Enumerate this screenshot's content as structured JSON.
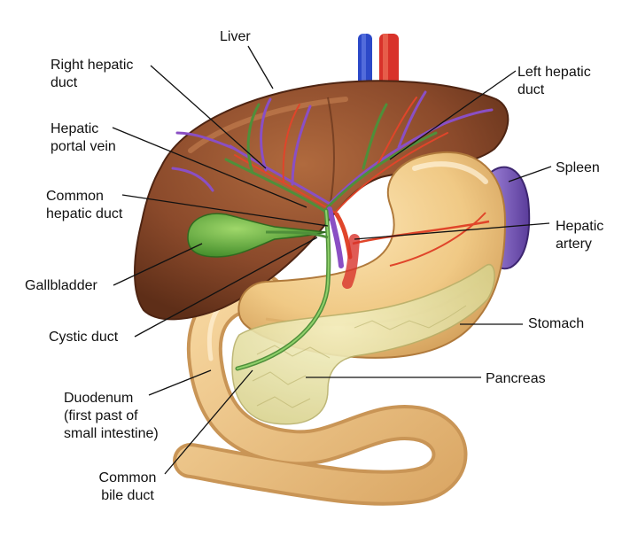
{
  "colors": {
    "liver": "#8b4a2b",
    "liver_highlight": "#b0683d",
    "stomach": "#f3cf8e",
    "stomach_shade": "#d9a862",
    "pancreas": "#e9e4a8",
    "gallbladder": "#5fae3b",
    "spleen": "#7b5bb5",
    "portal_vein": "#8a4fc4",
    "artery": "#e0452a",
    "bile_duct": "#4f8f3a",
    "vena_cava": "#2c49c8",
    "aorta": "#d8322a",
    "leader_line": "#111111"
  },
  "labels": {
    "liver": "Liver",
    "right_hepatic_duct": "Right hepatic\nduct",
    "left_hepatic_duct": "Left hepatic\nduct",
    "hepatic_portal_vein": "Hepatic\nportal vein",
    "spleen": "Spleen",
    "common_hepatic_duct": "Common\nhepatic duct",
    "hepatic_artery": "Hepatic\nartery",
    "gallbladder": "Gallbladder",
    "stomach": "Stomach",
    "cystic_duct": "Cystic duct",
    "pancreas": "Pancreas",
    "duodenum": "Duodenum\n(first past of\nsmall intestine)",
    "common_bile_duct": "Common\nbile duct"
  }
}
